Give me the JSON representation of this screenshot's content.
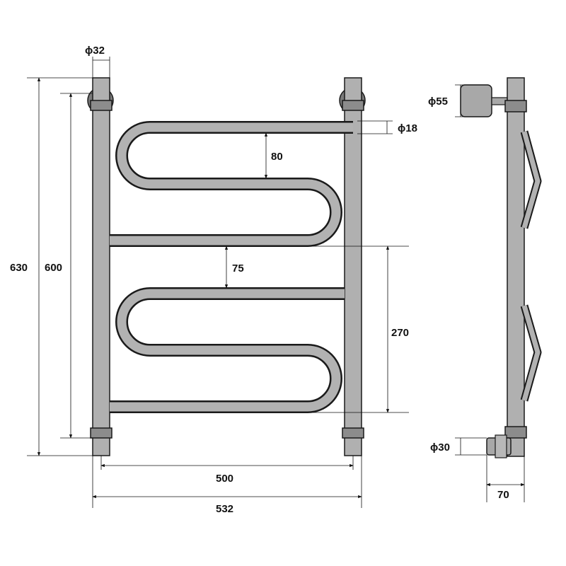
{
  "dimensions": {
    "post_diameter": "ϕ32",
    "bar_diameter": "ϕ18",
    "bar_spacing": "80",
    "middle_gap": "75",
    "lower_height": "270",
    "total_height": "630",
    "inner_height": "600",
    "center_distance": "500",
    "total_width": "532",
    "bracket_diameter": "ϕ55",
    "outlet_diameter": "ϕ30",
    "wall_offset": "70"
  }
}
